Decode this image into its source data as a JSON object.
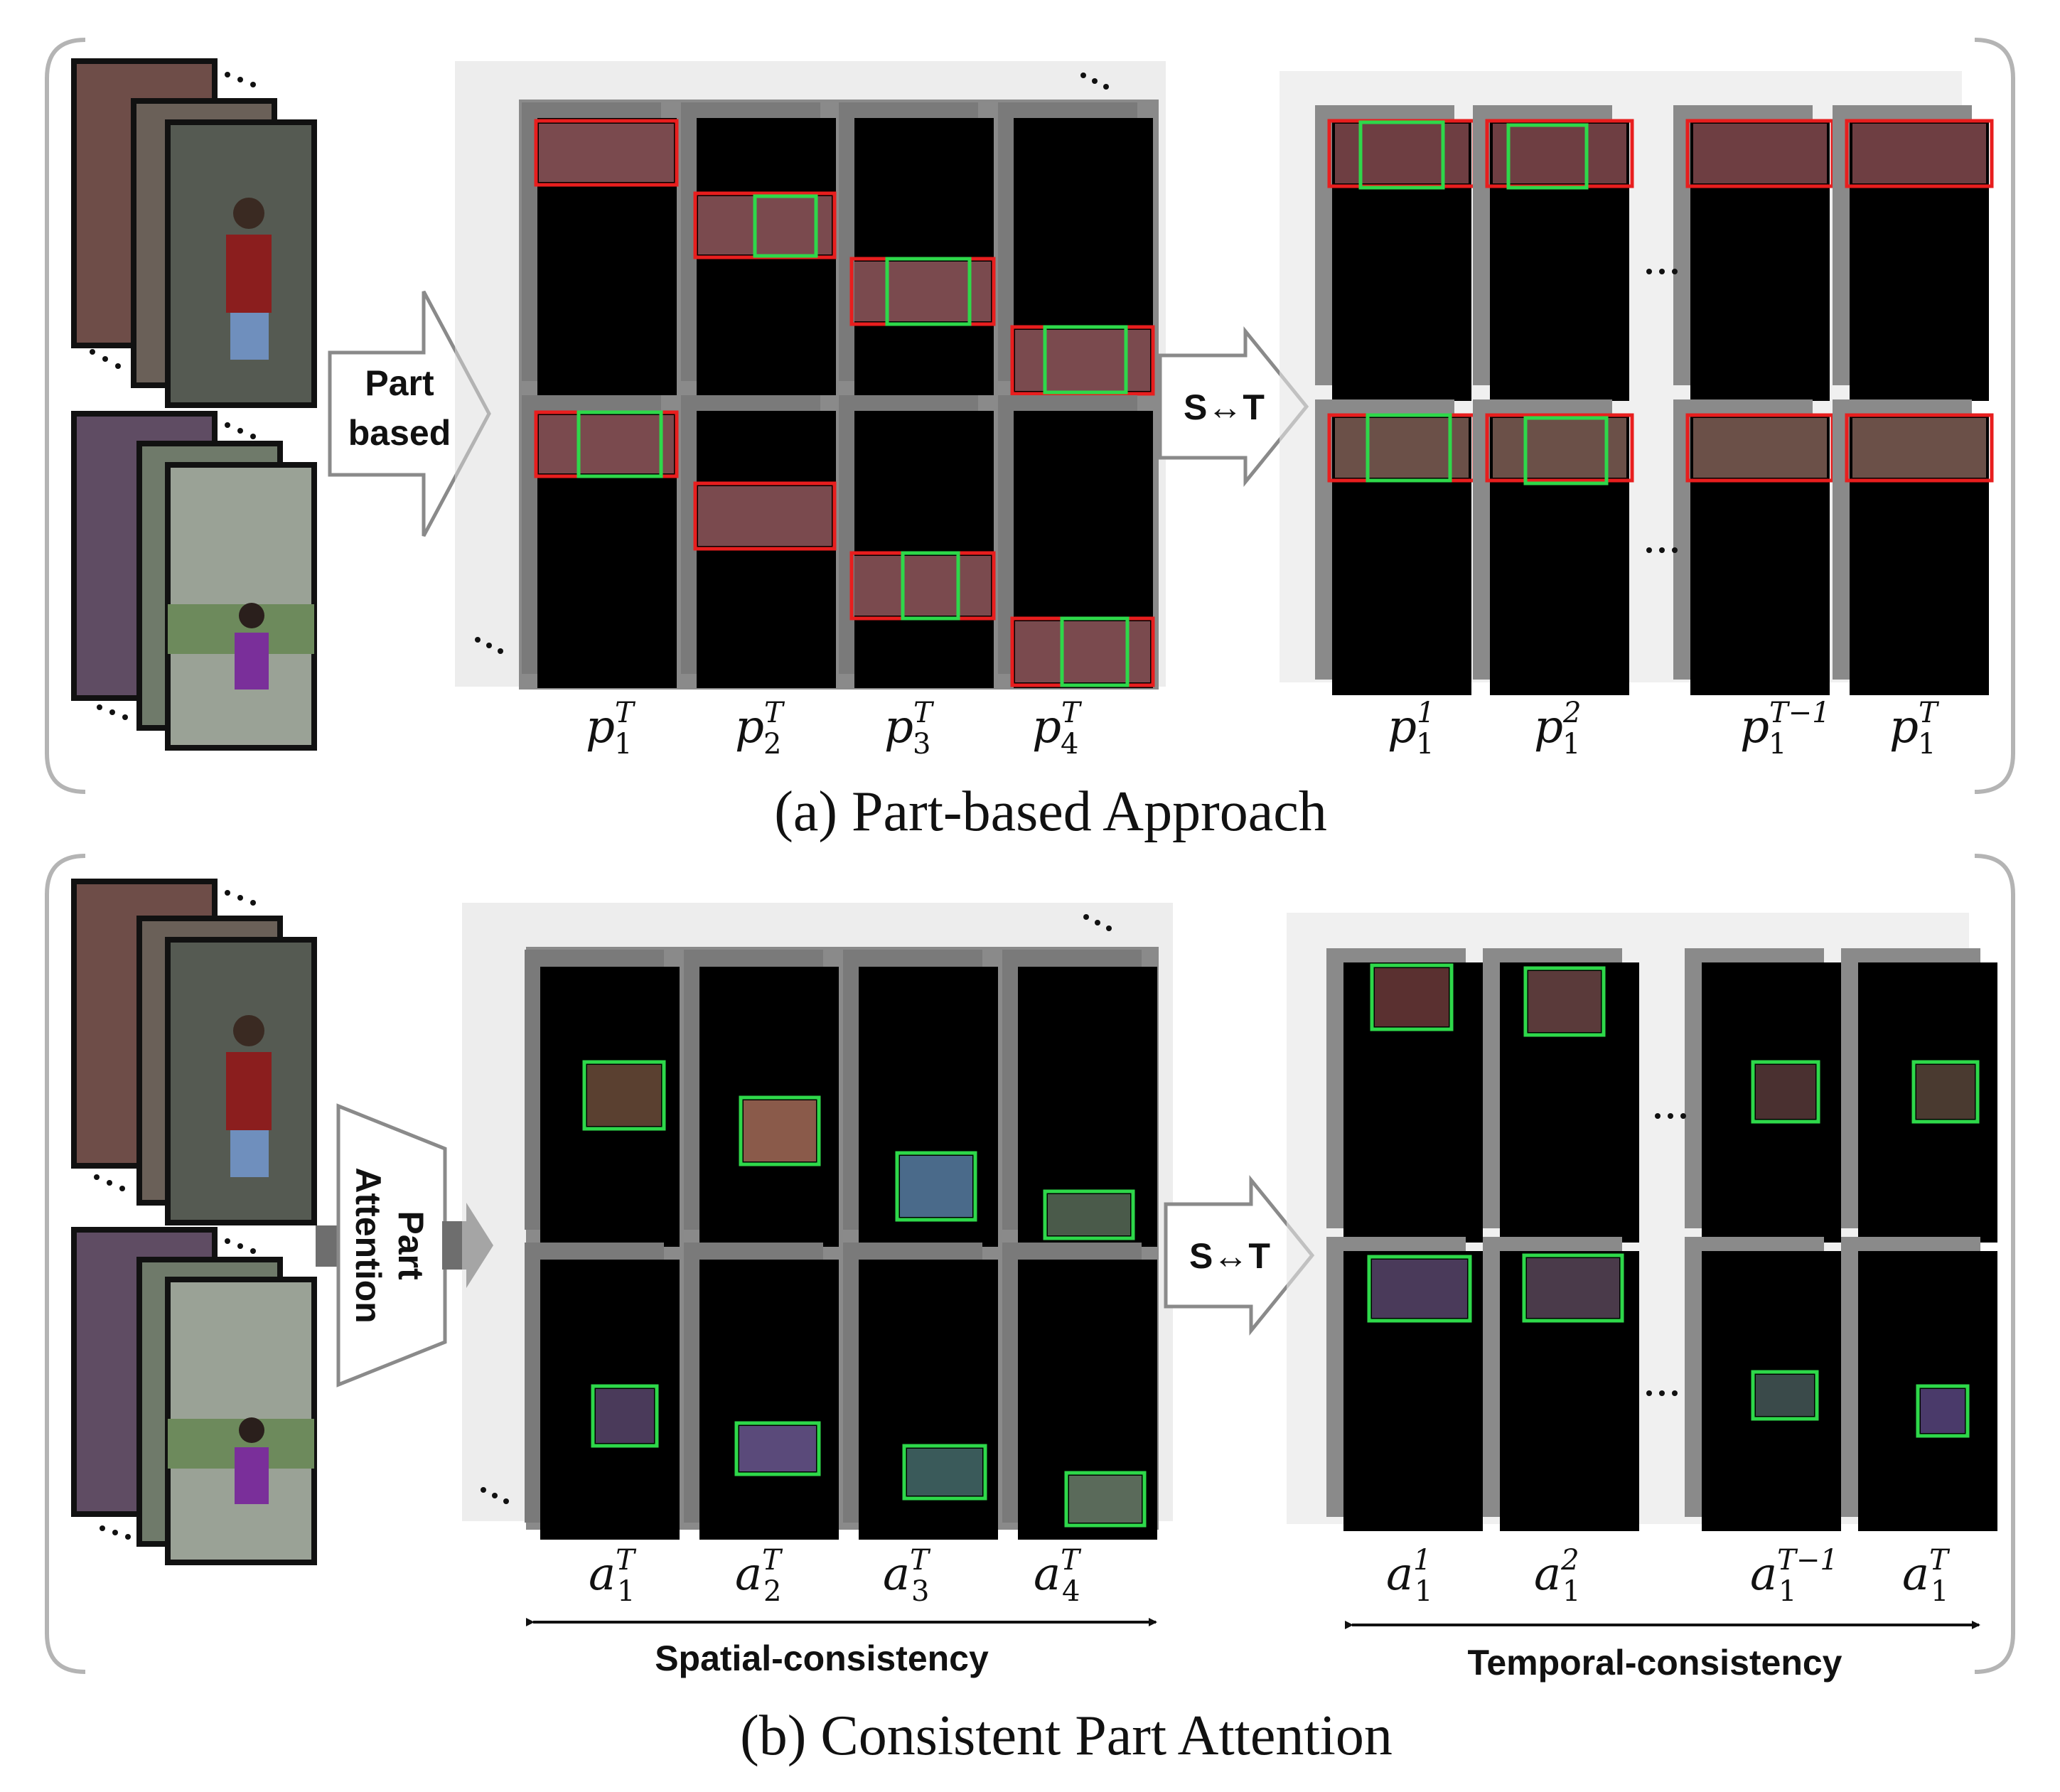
{
  "colors": {
    "background": "#ffffff",
    "bracket": "#b4b4b4",
    "panel_black": "#000000",
    "panel_gray": "#7a7a7a",
    "box_red": "#e81e1e",
    "box_green": "#2ed84a",
    "arrow_fill": "#ffffff",
    "arrow_stroke": "#8a8a8a",
    "dark_arrow": "#6e6e6e"
  },
  "icons": {
    "person_frames": "image-stack-icon",
    "dots": "ellipsis-icon",
    "double_arrow": "double-headed-arrow-icon"
  },
  "section_a": {
    "caption": "(a) Part-based Approach",
    "arrow1_line1": "Part",
    "arrow1_line2": "based",
    "arrow2_label": "S↔T",
    "spatial_labels": [
      {
        "base": "p",
        "sub": "1",
        "sup": "T"
      },
      {
        "base": "p",
        "sub": "2",
        "sup": "T"
      },
      {
        "base": "p",
        "sub": "3",
        "sup": "T"
      },
      {
        "base": "p",
        "sub": "4",
        "sup": "T"
      }
    ],
    "temporal_labels": [
      {
        "base": "p",
        "sub": "1",
        "sup": "1"
      },
      {
        "base": "p",
        "sub": "1",
        "sup": "2"
      },
      {
        "base": "p",
        "sub": "1",
        "sup": "T−1"
      },
      {
        "base": "p",
        "sub": "1",
        "sup": "T"
      }
    ]
  },
  "section_b": {
    "caption": "(b) Consistent Part Attention",
    "arrow1_line1": "Part",
    "arrow1_line2": "Attention",
    "arrow2_label": "S↔T",
    "spatial_labels": [
      {
        "base": "a",
        "sub": "1",
        "sup": "T"
      },
      {
        "base": "a",
        "sub": "2",
        "sup": "T"
      },
      {
        "base": "a",
        "sub": "3",
        "sup": "T"
      },
      {
        "base": "a",
        "sub": "4",
        "sup": "T"
      }
    ],
    "temporal_labels": [
      {
        "base": "a",
        "sub": "1",
        "sup": "1"
      },
      {
        "base": "a",
        "sub": "1",
        "sup": "2"
      },
      {
        "base": "a",
        "sub": "1",
        "sup": "T−1"
      },
      {
        "base": "a",
        "sub": "1",
        "sup": "T"
      }
    ],
    "spatial_consistency": "Spatial-consistency",
    "temporal_consistency": "Temporal-consistency"
  }
}
